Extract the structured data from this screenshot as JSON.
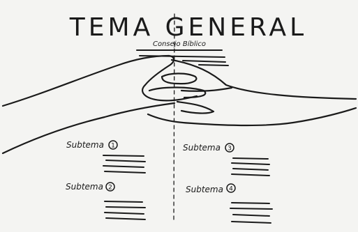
{
  "diagram": {
    "title": "TEMA GENERAL",
    "subtitle": "Consejo Bíblico",
    "subtopics": [
      {
        "label": "Subtema",
        "number": "1"
      },
      {
        "label": "Subtema",
        "number": "3"
      },
      {
        "label": "Subtema",
        "number": "2"
      },
      {
        "label": "Subtema",
        "number": "4"
      }
    ]
  },
  "colors": {
    "paper": "#f4f4f2",
    "ink": "#1a1a1a",
    "frame": "#2a2a2a"
  },
  "icons": [
    "hands-clasped-drawing"
  ]
}
